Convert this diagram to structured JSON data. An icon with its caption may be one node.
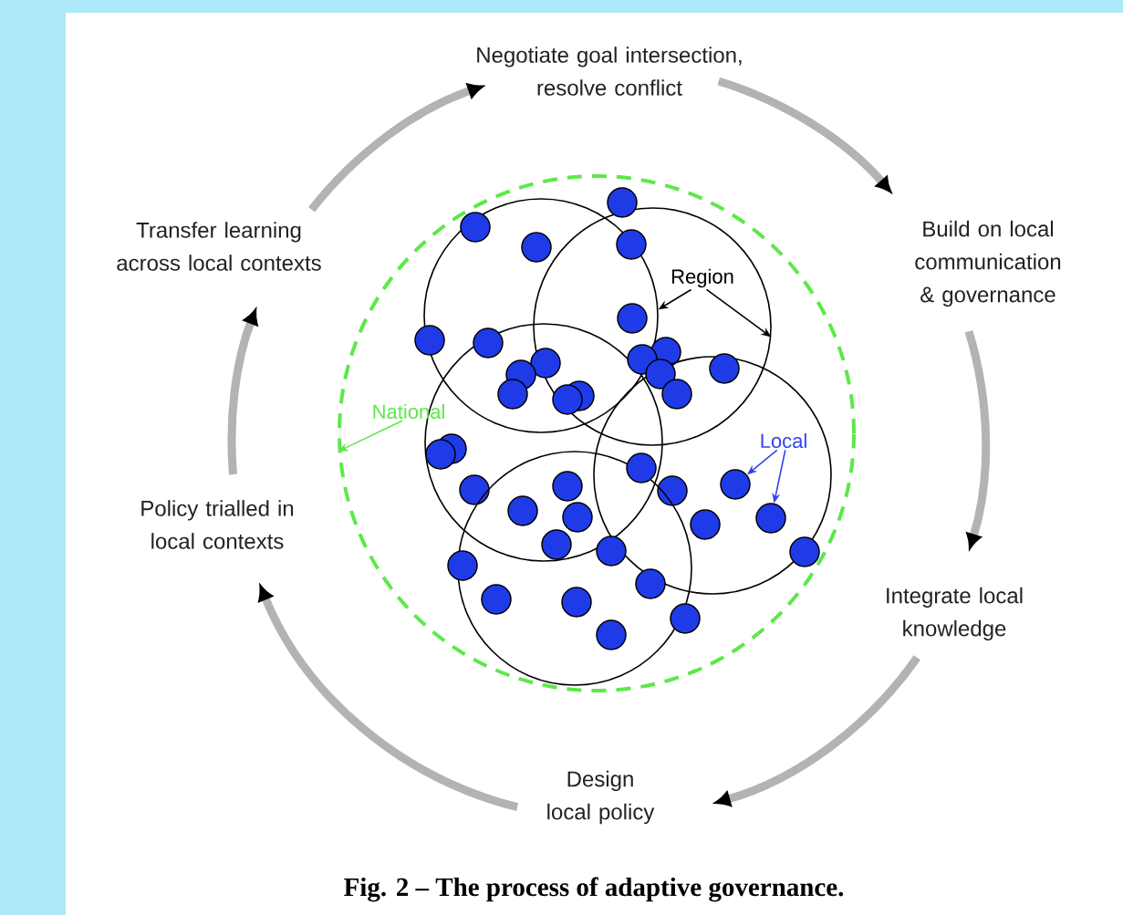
{
  "diagram": {
    "caption": "Fig. 2 – The process of adaptive governance.",
    "nodes": [
      {
        "text": [
          "Negotiate goal intersection, resolve conflict"
        ]
      },
      {
        "text": [
          "Transfer learning across local contexts"
        ]
      },
      {
        "text": [
          "Build on local communication & governance"
        ]
      },
      {
        "text": [
          "Policy trialled in local contexts"
        ]
      },
      {
        "text": [
          "Integrate local knowledge"
        ]
      },
      {
        "text": [
          "Design local policy"
        ]
      },
      {
        "text": [],
        "shape": "circle"
      },
      {
        "text": [],
        "shape": "circle",
        "in": 6
      },
      {
        "text": [],
        "shape": "circle",
        "in": 6
      },
      {
        "text": [],
        "shape": "circle",
        "in": 6
      },
      {
        "text": [],
        "shape": "circle",
        "in": 6
      },
      {
        "text": [],
        "shape": "circle",
        "in": 6
      },
      {
        "text": [
          "Region"
        ],
        "in": 8
      },
      {
        "text": [
          "National"
        ],
        "in": 6
      },
      {
        "text": [
          "Local"
        ],
        "in": 10
      },
      {
        "text": [],
        "shape": "circle",
        "in": 7
      },
      {
        "text": [],
        "shape": "circle",
        "in": 7
      },
      {
        "text": [],
        "shape": "circle",
        "in": 6
      },
      {
        "text": [],
        "shape": "circle"
      },
      {
        "text": [],
        "shape": "circle"
      },
      {
        "text": [],
        "shape": "circle",
        "in": 6
      },
      {
        "text": [],
        "shape": "circle"
      },
      {
        "text": [],
        "shape": "circle"
      },
      {
        "text": [],
        "shape": "circle"
      },
      {
        "text": [],
        "shape": "circle"
      },
      {
        "text": [],
        "shape": "circle"
      },
      {
        "text": [],
        "shape": "circle"
      },
      {
        "text": [],
        "shape": "circle"
      },
      {
        "text": [],
        "shape": "circle",
        "in": 8
      },
      {
        "text": [],
        "shape": "circle"
      },
      {
        "text": [],
        "shape": "circle"
      },
      {
        "text": [],
        "shape": "circle"
      },
      {
        "text": [],
        "shape": "circle",
        "in": 9
      },
      {
        "text": [],
        "shape": "circle",
        "in": 9
      },
      {
        "text": [],
        "shape": "circle",
        "in": 9
      },
      {
        "text": [],
        "shape": "circle"
      },
      {
        "text": [],
        "shape": "circle"
      },
      {
        "text": [],
        "shape": "circle"
      },
      {
        "text": [],
        "shape": "circle"
      },
      {
        "text": [],
        "shape": "circle"
      },
      {
        "text": [],
        "shape": "circle",
        "in": 10
      },
      {
        "text": [],
        "shape": "circle",
        "in": 10
      },
      {
        "text": [],
        "shape": "circle",
        "in": 10
      },
      {
        "text": [],
        "shape": "circle",
        "in": 10
      },
      {
        "text": [],
        "shape": "circle",
        "in": 6
      },
      {
        "text": [],
        "shape": "circle",
        "in": 6
      },
      {
        "text": [],
        "shape": "circle",
        "in": 11
      },
      {
        "text": [],
        "shape": "circle",
        "in": 11
      },
      {
        "text": [],
        "shape": "circle",
        "in": 11
      },
      {
        "text": [],
        "shape": "circle",
        "in": 11
      },
      {
        "text": [],
        "shape": "circle",
        "in": 11
      },
      {
        "text": [],
        "shape": "circle",
        "in": 6
      }
    ],
    "edges": [
      {
        "from": 0,
        "to": 2,
        "arrow": "to",
        "color": "#b3b3b3"
      },
      {
        "from": 2,
        "to": 4,
        "arrow": "to",
        "color": "#b3b3b3"
      },
      {
        "from": 4,
        "to": 5,
        "arrow": "to",
        "color": "#b3b3b3"
      },
      {
        "from": 5,
        "to": 3,
        "arrow": "to",
        "color": "#b3b3b3"
      },
      {
        "from": 3,
        "to": 1,
        "arrow": "to",
        "color": "#b3b3b3"
      },
      {
        "from": 1,
        "to": 0,
        "arrow": "to",
        "color": "#b3b3b3"
      },
      {
        "from": 12,
        "to": 7,
        "arrow": "to",
        "color": "#000000"
      },
      {
        "from": 12,
        "to": 8,
        "arrow": "to",
        "color": "#000000"
      },
      {
        "from": 13,
        "to": 6,
        "arrow": "to",
        "color": "#5de84a"
      },
      {
        "from": 14,
        "to": 41,
        "arrow": "to",
        "color": "#3344ee"
      },
      {
        "from": 14,
        "to": 43,
        "arrow": "to",
        "color": "#3344ee"
      }
    ]
  }
}
